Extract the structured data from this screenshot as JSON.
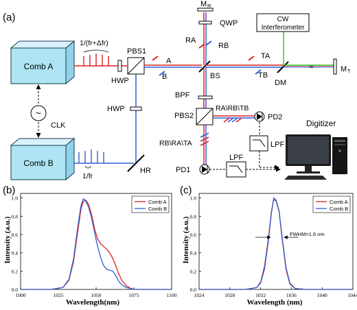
{
  "panel_a": {
    "label": "(a)",
    "comb_a": "Comb A",
    "comb_b": "Comb B",
    "clk": "CLK",
    "period_a": "1/(fr+Δfr)",
    "period_b": "1/fr",
    "hwp_top": "HWP",
    "hwp_left": "HWP",
    "pbs1": "PBS1",
    "pbs2": "PBS2",
    "hr": "HR",
    "bs": "BS",
    "bpf": "BPF",
    "qwp": "QWP",
    "mr": "M",
    "mr_sub": "R",
    "mt": "M",
    "mt_sub": "T",
    "dm": "DM",
    "ra": "RA",
    "rb": "RB",
    "ta": "TA",
    "tb": "TB",
    "a": "A",
    "b": "B",
    "cw_line1": "CW",
    "cw_line2": "Interferometer",
    "pd1": "PD1",
    "pd2": "PD2",
    "lpf1": "LPF",
    "lpf2": "LPF",
    "digitizer": "Digitizer",
    "out_top": "RA\\RB\\TB",
    "out_left": "RB\\RA\\TA",
    "colors": {
      "comb_a": "#d92020",
      "comb_b": "#2f5fd6",
      "cw": "#2ecc2e",
      "box": "#aee4f4"
    }
  },
  "chart_b": {
    "label": "(b)",
    "ylabel": "Intensity (a.u.)",
    "xlabel": "Wavelength(nm)",
    "xticks": [
      "1000",
      "1025",
      "1050",
      "1075",
      "1100"
    ],
    "yticks": [
      "0.0",
      "0.2",
      "0.4",
      "0.6",
      "0.8",
      "1.0"
    ],
    "legend": [
      "Comb A",
      "Comb B"
    ]
  },
  "chart_c": {
    "label": "(c)",
    "ylabel": "Intensity (a.u.)",
    "xlabel": "Wavelength (nm)",
    "xticks": [
      "1024",
      "1028",
      "1032",
      "1036",
      "1040",
      "1044"
    ],
    "yticks": [
      "0.0",
      "0.2",
      "0.4",
      "0.6",
      "0.8",
      "1.0"
    ],
    "legend": [
      "Comb A",
      "Comb B"
    ],
    "annotation": "FWHM=1.6 nm"
  },
  "chart_data": [
    {
      "type": "line",
      "xlim": [
        1000,
        1100
      ],
      "ylim": [
        0,
        1.05
      ],
      "legend_position": "top-right",
      "series": [
        {
          "name": "Comb A",
          "color": "#d92020",
          "x": [
            1000,
            1020,
            1028,
            1032,
            1035,
            1038,
            1040,
            1041.5,
            1043,
            1045,
            1047,
            1049,
            1051,
            1053,
            1055,
            1057,
            1059,
            1061,
            1063,
            1065,
            1067,
            1070,
            1073,
            1076,
            1080,
            1100
          ],
          "y": [
            0,
            0,
            0.02,
            0.1,
            0.3,
            0.65,
            0.88,
            0.96,
            0.98,
            0.93,
            0.82,
            0.66,
            0.55,
            0.5,
            0.47,
            0.44,
            0.4,
            0.34,
            0.26,
            0.17,
            0.1,
            0.04,
            0.01,
            0,
            0,
            0
          ]
        },
        {
          "name": "Comb B",
          "color": "#2f5fd6",
          "x": [
            1000,
            1020,
            1028,
            1032,
            1035,
            1038,
            1040,
            1041.5,
            1043,
            1045,
            1047,
            1049,
            1051,
            1053,
            1055,
            1057,
            1059,
            1061,
            1063,
            1065,
            1067,
            1070,
            1073,
            1076,
            1080,
            1100
          ],
          "y": [
            0,
            0,
            0.02,
            0.11,
            0.33,
            0.7,
            0.92,
            0.99,
            0.97,
            0.9,
            0.78,
            0.62,
            0.47,
            0.35,
            0.26,
            0.22,
            0.21,
            0.2,
            0.15,
            0.09,
            0.05,
            0.02,
            0.01,
            0,
            0,
            0
          ]
        }
      ]
    },
    {
      "type": "line",
      "xlim": [
        1024,
        1044
      ],
      "ylim": [
        0,
        1.05
      ],
      "legend_position": "top-right",
      "series": [
        {
          "name": "Comb A",
          "color": "#d92020",
          "x": [
            1024,
            1030,
            1031.5,
            1032,
            1032.5,
            1033,
            1033.4,
            1033.7,
            1034,
            1034.4,
            1034.8,
            1035.3,
            1035.8,
            1036.5,
            1038,
            1044
          ],
          "y": [
            0,
            0,
            0.02,
            0.08,
            0.25,
            0.55,
            0.85,
            0.98,
            0.97,
            0.85,
            0.55,
            0.22,
            0.06,
            0.01,
            0,
            0
          ]
        },
        {
          "name": "Comb B",
          "color": "#2f5fd6",
          "x": [
            1024,
            1030,
            1031.5,
            1032,
            1032.5,
            1033,
            1033.4,
            1033.7,
            1034,
            1034.4,
            1034.8,
            1035.3,
            1035.8,
            1036.5,
            1038,
            1044
          ],
          "y": [
            0,
            0,
            0.02,
            0.07,
            0.22,
            0.52,
            0.83,
            1.0,
            0.98,
            0.86,
            0.57,
            0.24,
            0.07,
            0.01,
            0,
            0
          ]
        }
      ]
    }
  ]
}
